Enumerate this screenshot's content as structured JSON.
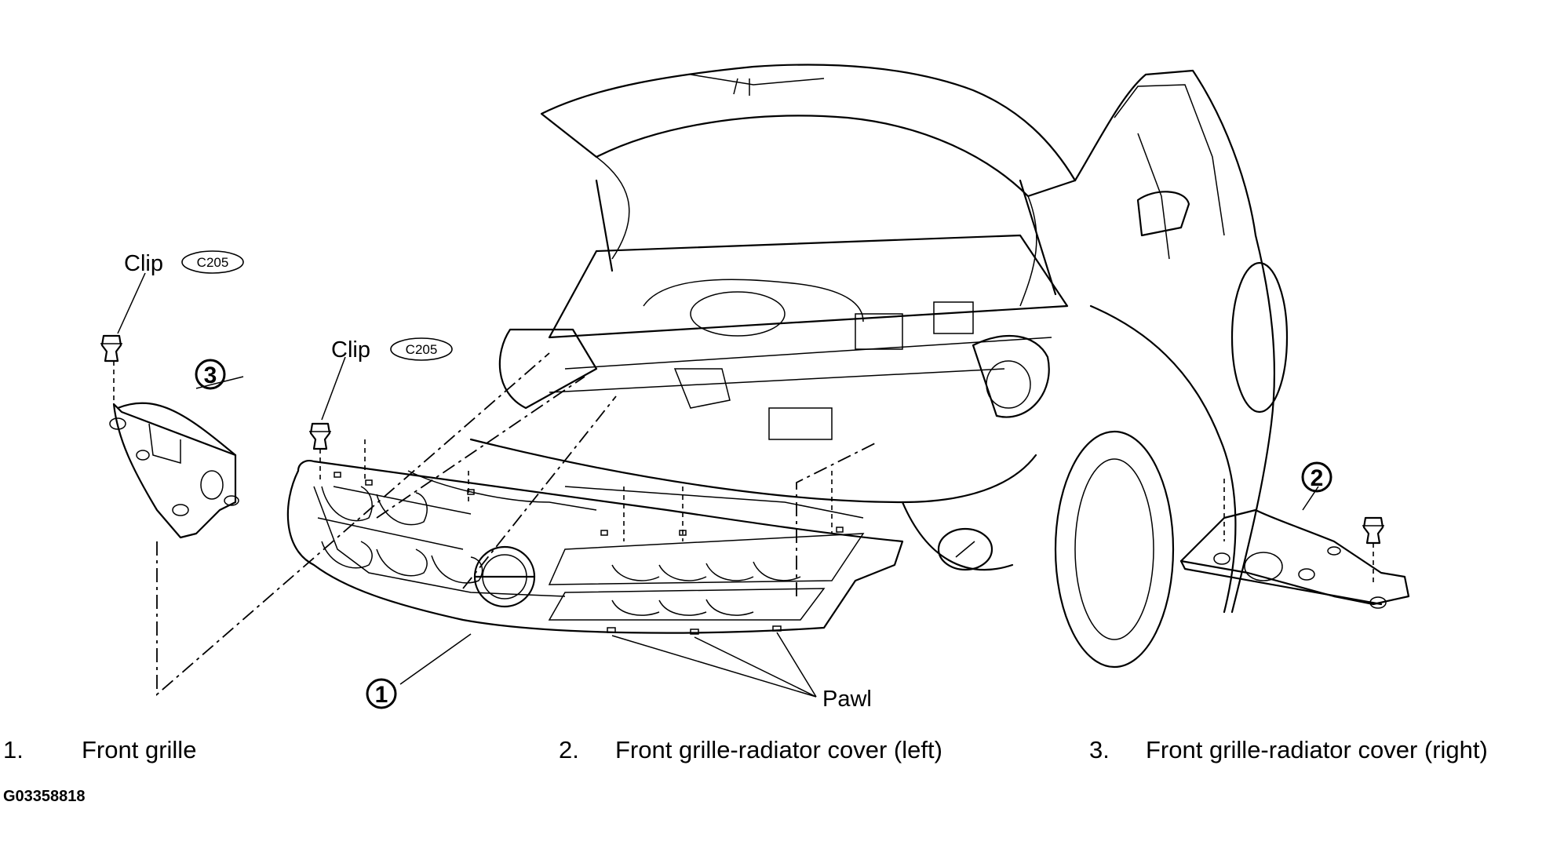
{
  "callouts": {
    "clip_left": "Clip",
    "clip_left_code": "C205",
    "clip_center": "Clip",
    "clip_center_code": "C205",
    "pawl": "Pawl",
    "marker_1": "1",
    "marker_2": "2",
    "marker_3": "3"
  },
  "legend": [
    {
      "number": "1.",
      "text": "Front grille"
    },
    {
      "number": "2.",
      "text": "Front grille-radiator cover (left)"
    },
    {
      "number": "3.",
      "text": "Front grille-radiator cover (right)"
    }
  ],
  "figure_id": "G03358818"
}
